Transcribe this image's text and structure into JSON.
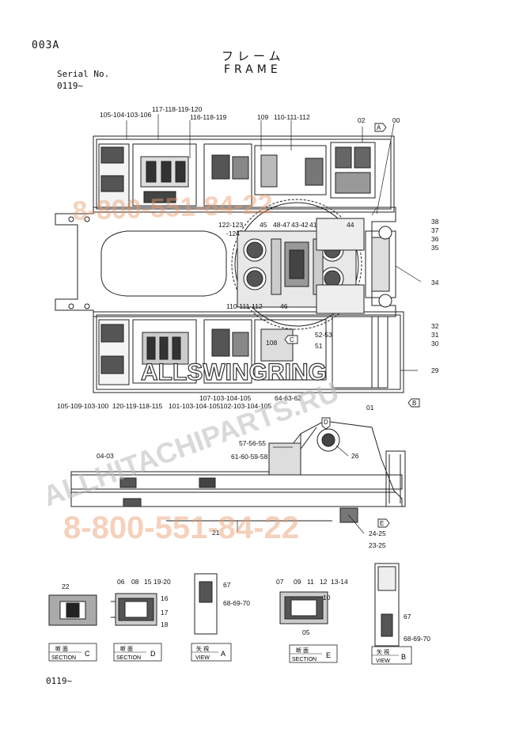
{
  "header": {
    "page_code": "003A",
    "title_jp": "フレーム",
    "title_en": "FRAME",
    "serial_label": "Serial No.",
    "serial_value": "0119~"
  },
  "footer": {
    "serial": "0119~"
  },
  "callouts": {
    "top": [
      "105-104-103-106",
      "117-118-119-120",
      "116-118-119",
      "109",
      "110-111-112",
      "02",
      "00",
      "122-123",
      "-124",
      "45",
      "48-47",
      "43-42",
      "41",
      "44",
      "38",
      "37",
      "36",
      "35",
      "34",
      "46",
      "110-111-112",
      "108",
      "52-53",
      "51",
      "32",
      "31",
      "30",
      "29",
      "64-63-62",
      "107-103-104-105",
      "01",
      "105-109-103-100",
      "120-119-118-115",
      "101-103-104-105",
      "102-103-104-105"
    ],
    "side": [
      "04-03",
      "57-56-55",
      "61-60-59-58",
      "26",
      "21",
      "24-25",
      "23-25"
    ],
    "details": [
      "22",
      "06",
      "08",
      "15",
      "19-20",
      "16",
      "17",
      "18",
      "67",
      "68-69-70",
      "07",
      "09",
      "11",
      "12",
      "13-14",
      "10",
      "05",
      "67",
      "68-69-70"
    ]
  },
  "view_markers": [
    "A",
    "B",
    "C",
    "D",
    "E"
  ],
  "section_tags": [
    {
      "jp": "断 面",
      "en": "SECTION",
      "letter": "C"
    },
    {
      "jp": "断 面",
      "en": "SECTION",
      "letter": "D"
    },
    {
      "jp": "矢 視",
      "en": "VIEW",
      "letter": "A"
    },
    {
      "jp": "断 面",
      "en": "SECTION",
      "letter": "E"
    },
    {
      "jp": "矢 視",
      "en": "VIEW",
      "letter": "B"
    }
  ],
  "watermarks": [
    "ALLSWINGRING",
    "ALLHITACHIPARTS.RU",
    "8-800-551-84-22",
    "8-800-551-84-22"
  ]
}
